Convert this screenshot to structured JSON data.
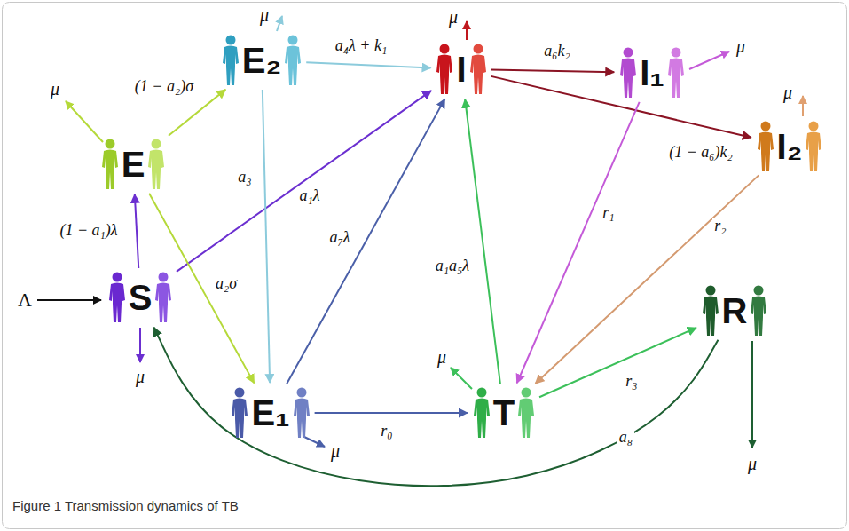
{
  "diagram": {
    "caption": "Figure 1 Transmission dynamics of TB",
    "nodes": [
      {
        "text": [
          "E₂"
        ]
      },
      {
        "text": [
          "I"
        ]
      },
      {
        "text": [
          "I₁"
        ]
      },
      {
        "text": [
          "E"
        ]
      },
      {
        "text": [
          "I₂"
        ]
      },
      {
        "text": [
          "S"
        ]
      },
      {
        "text": [
          "R"
        ]
      },
      {
        "text": [
          "E₁"
        ]
      },
      {
        "text": [
          "T"
        ]
      }
    ],
    "edges": [
      {
        "from": 5,
        "to": 3,
        "label": "(1 − a₁)λ",
        "arrow": "to"
      },
      {
        "from": 5,
        "to": 1,
        "label": "a₁λ",
        "arrow": "to"
      },
      {
        "from": 3,
        "to": 0,
        "label": "(1 − a₂)σ",
        "arrow": "to"
      },
      {
        "from": 3,
        "to": 7,
        "label": "a₂σ",
        "arrow": "to"
      },
      {
        "from": 0,
        "to": 1,
        "label": "a₄λ + k₁",
        "arrow": "to"
      },
      {
        "from": 0,
        "to": 7,
        "label": "a₃",
        "arrow": "to"
      },
      {
        "from": 7,
        "to": 1,
        "label": "a₇λ",
        "arrow": "to"
      },
      {
        "from": 7,
        "to": 8,
        "label": "r₀",
        "arrow": "to"
      },
      {
        "from": 1,
        "to": 2,
        "label": "a₆k₂",
        "arrow": "to"
      },
      {
        "from": 1,
        "to": 4,
        "label": "(1 − a₆)k₂",
        "arrow": "to"
      },
      {
        "from": 2,
        "to": 8,
        "label": "r₁",
        "arrow": "to"
      },
      {
        "from": 4,
        "to": 8,
        "label": "r₂",
        "arrow": "to"
      },
      {
        "from": 8,
        "to": 1,
        "label": "a₁a₅λ",
        "arrow": "to"
      },
      {
        "from": 8,
        "to": 6,
        "label": "r₃",
        "arrow": "to"
      },
      {
        "from": 6,
        "to": 5,
        "label": "a₈",
        "arrow": "to"
      }
    ],
    "labels": [
      "μ",
      "μ",
      "μ",
      "μ",
      "μ",
      "Λ",
      "μ",
      "μ",
      "μ",
      "μ"
    ]
  }
}
